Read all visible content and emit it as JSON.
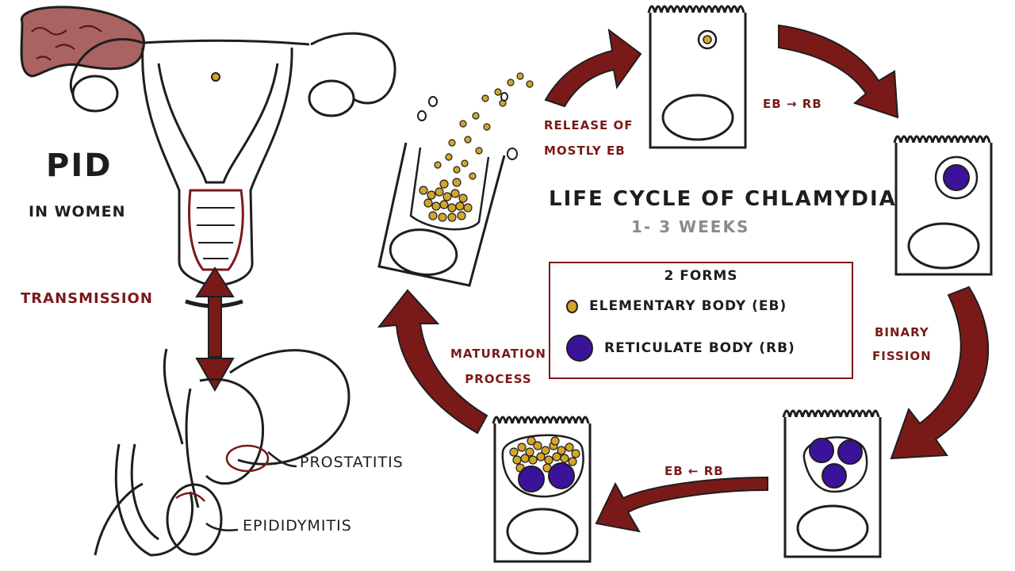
{
  "left_panel": {
    "pid": "PID",
    "in_women": "in women",
    "transmission": "Transmission",
    "prostatitis": "Prostatitis",
    "epididymitis": "Epididymitis"
  },
  "title": "Life cycle of Chlamydia",
  "duration": "1- 3 weeks",
  "legend": {
    "heading": "2 forms",
    "items": [
      {
        "label": "Elementary body (EB)",
        "icon": "small-yellow-dot",
        "color": "#d2a52c"
      },
      {
        "label": "Reticulate body (RB)",
        "icon": "large-purple-dot",
        "color": "#3b139b"
      }
    ]
  },
  "stages": {
    "release": [
      "Release of",
      "mostly EB"
    ],
    "eb_to_rb": "EB → RB",
    "binary_fission": [
      "Binary",
      "fission"
    ],
    "rb_to_eb": "EB ← RB",
    "maturation": [
      "Maturation",
      "process"
    ]
  },
  "colors": {
    "arrow": "#7a1a18",
    "uterus_fill": "#8c2f2c",
    "eb": "#d2a52c",
    "rb": "#3b139b",
    "outline": "#1e1e1e"
  }
}
